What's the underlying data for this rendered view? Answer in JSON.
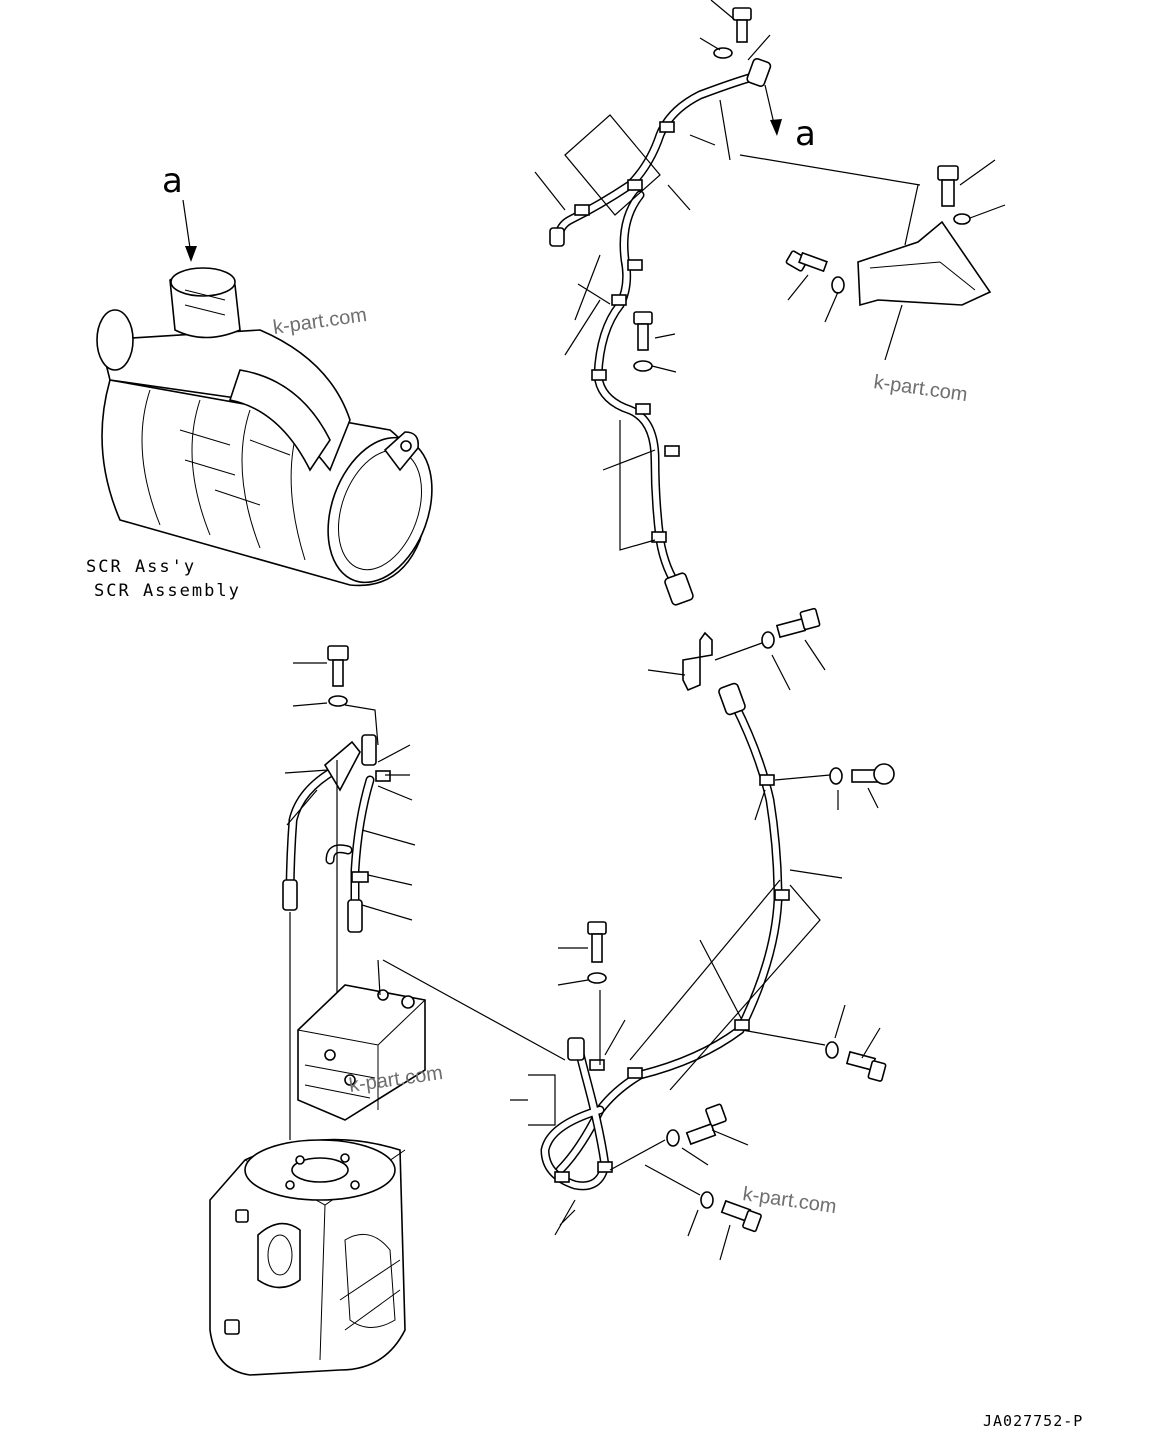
{
  "assembly_label": {
    "line1": "SCR Ass'y",
    "line2": "SCR Assembly"
  },
  "view_markers": {
    "left": "a",
    "right": "a"
  },
  "watermarks": [
    "k-part.com",
    "k-part.com",
    "k-part.com",
    "k-part.com"
  ],
  "drawing_code": "JA027752-P"
}
